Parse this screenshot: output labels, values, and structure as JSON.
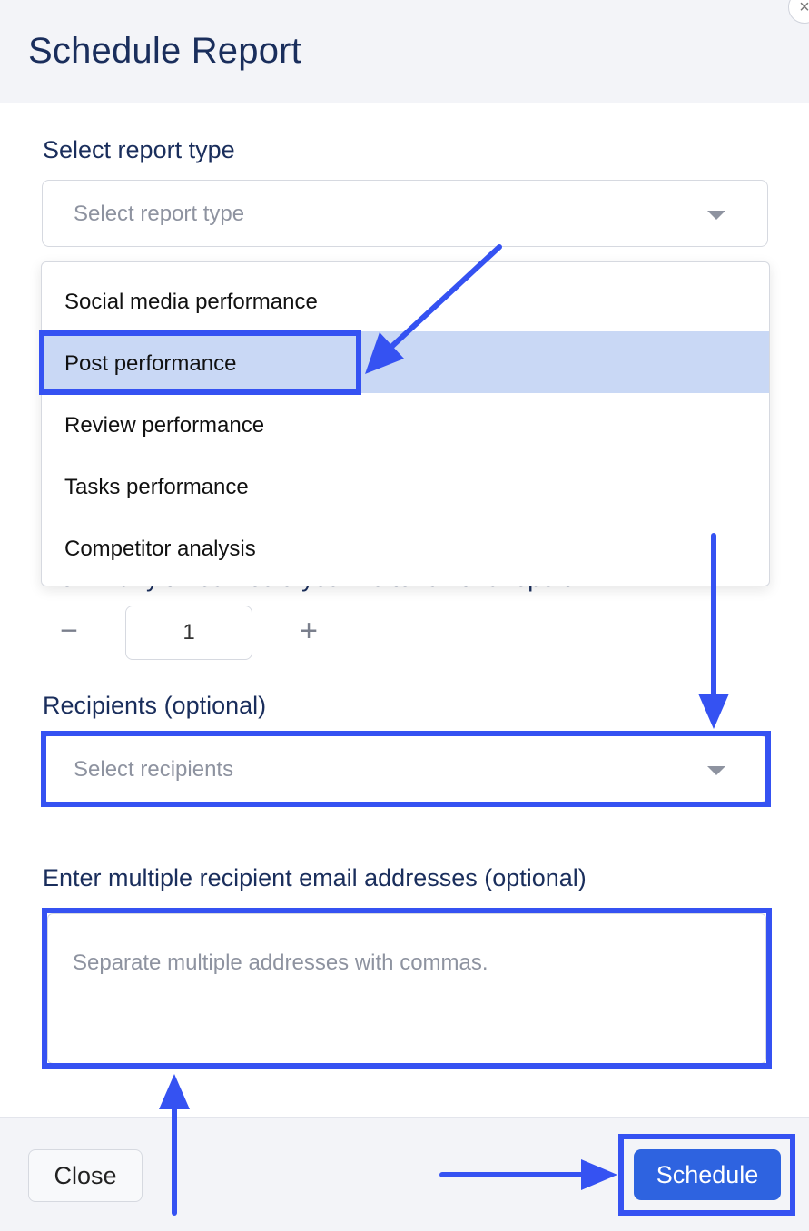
{
  "modal": {
    "title": "Schedule Report",
    "close_glyph": "×"
  },
  "report_type": {
    "label": "Select report type",
    "placeholder": "Select report type",
    "options": [
      {
        "label": "Social media performance"
      },
      {
        "label": "Post performance"
      },
      {
        "label": "Review performance"
      },
      {
        "label": "Tasks performance"
      },
      {
        "label": "Competitor analysis"
      }
    ],
    "highlighted_option": "Post performance"
  },
  "run_count": {
    "label": "How many times would you like to run this report",
    "minus": "−",
    "value": "1",
    "plus": "+"
  },
  "recipients": {
    "label": "Recipients (optional)",
    "placeholder": "Select recipients"
  },
  "emails": {
    "label": "Enter multiple recipient email addresses (optional)",
    "placeholder": "Separate multiple addresses with commas."
  },
  "footer": {
    "close_label": "Close",
    "schedule_label": "Schedule"
  },
  "colors": {
    "annotation": "#3552f2",
    "primary": "#2e63e0",
    "selected_option": "#c9d8f5",
    "heading": "#1a2e5c"
  }
}
